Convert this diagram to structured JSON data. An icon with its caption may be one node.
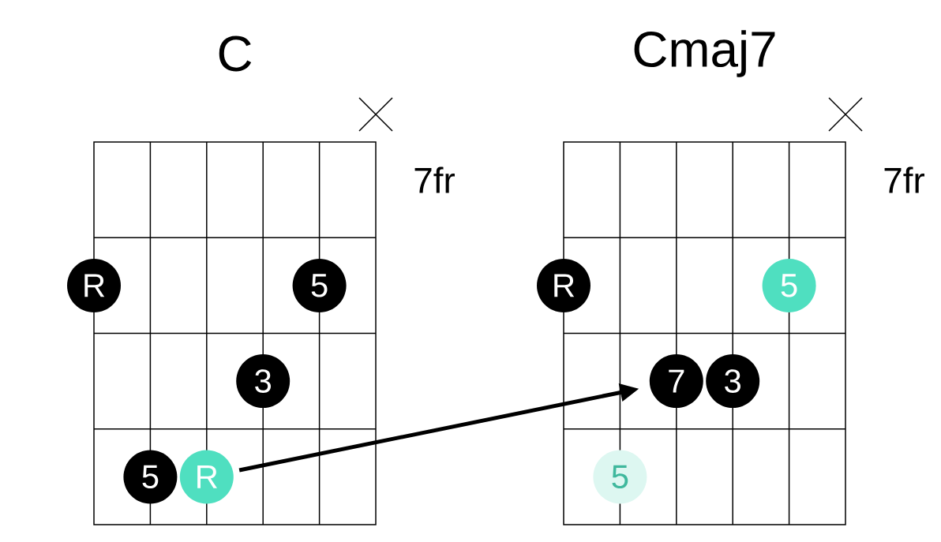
{
  "diagram": {
    "nodes": [
      {
        "text": [
          "C"
        ],
        "beside": [
          "7fr"
        ]
      },
      {
        "text": [
          "R"
        ]
      },
      {
        "text": [
          "5"
        ],
        "in": 0
      },
      {
        "text": [
          "3"
        ],
        "in": 0
      },
      {
        "text": [
          "5"
        ],
        "in": 0
      },
      {
        "text": [
          "R"
        ],
        "in": 0
      },
      {
        "text": [
          "Cmaj7"
        ],
        "beside": [
          "7fr"
        ]
      },
      {
        "text": [
          "R"
        ]
      },
      {
        "text": [
          "5"
        ],
        "in": 6
      },
      {
        "text": [
          "7"
        ],
        "in": 6
      },
      {
        "text": [
          "3"
        ],
        "in": 6
      },
      {
        "text": [
          "5"
        ],
        "in": 6
      }
    ],
    "edges": [
      {
        "from": 5,
        "to": 9,
        "arrow": "to"
      }
    ]
  }
}
